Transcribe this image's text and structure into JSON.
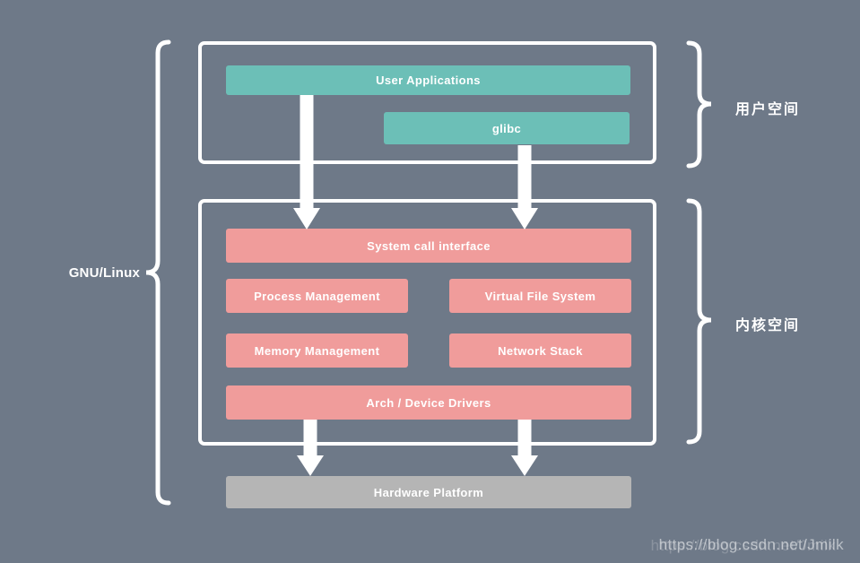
{
  "colors": {
    "background": "#6e7988",
    "teal": "#6cbfb7",
    "pink": "#f09c9b",
    "gray": "#b5b5b5",
    "line": "#ffffff"
  },
  "gnu_linux_label": "GNU/Linux",
  "user_space": {
    "label": "用户空间",
    "bars": [
      {
        "id": "user-applications",
        "label": "User Applications"
      },
      {
        "id": "glibc",
        "label": "glibc"
      }
    ]
  },
  "kernel_space": {
    "label": "内核空间",
    "bars": [
      {
        "id": "system-call-interface",
        "label": "System call interface"
      },
      {
        "id": "process-management",
        "label": "Process Management"
      },
      {
        "id": "virtual-file-system",
        "label": "Virtual File System"
      },
      {
        "id": "memory-management",
        "label": "Memory Management"
      },
      {
        "id": "network-stack",
        "label": "Network Stack"
      },
      {
        "id": "arch-device-drivers",
        "label": "Arch / Device Drivers"
      }
    ]
  },
  "hardware": {
    "label": "Hardware Platform"
  },
  "watermark": "https://blog.csdn.net/Jmilk"
}
